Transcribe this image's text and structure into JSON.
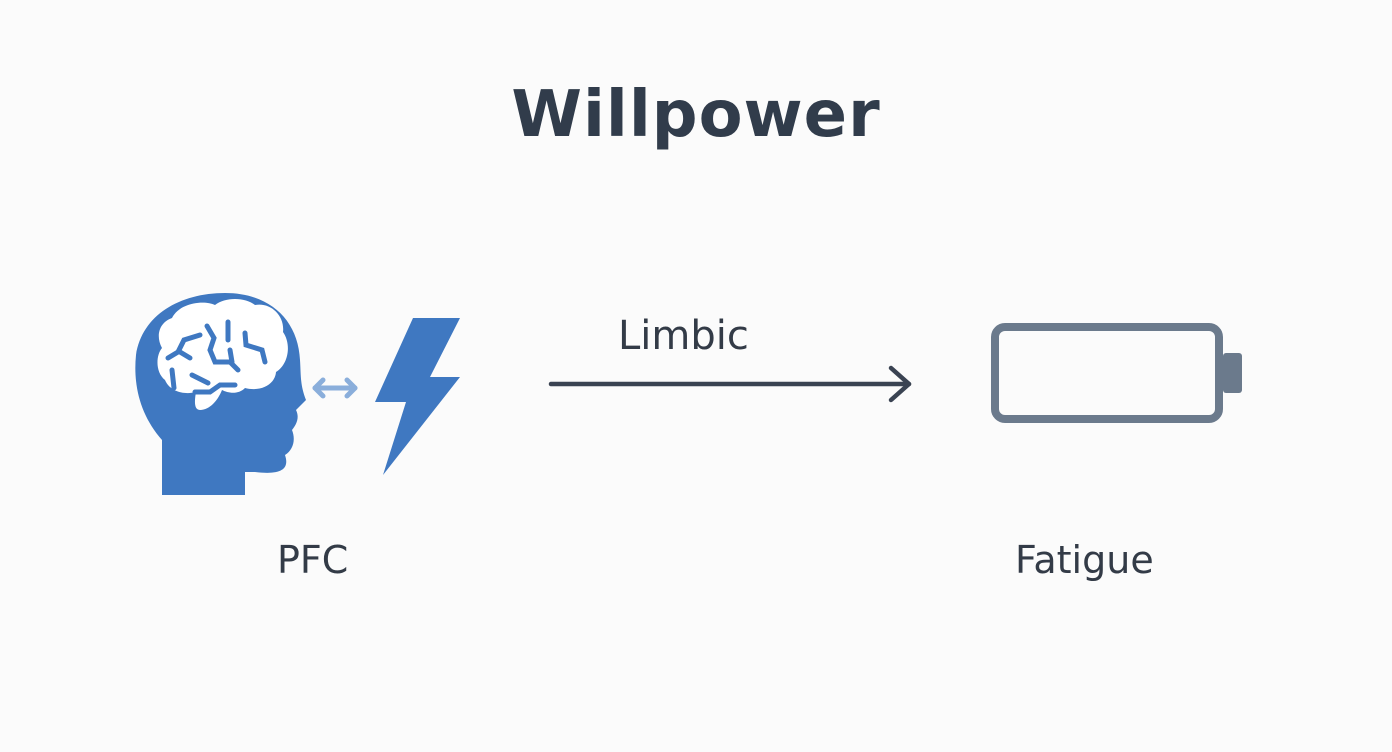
{
  "title": "Willpower",
  "labels": {
    "pfc": "PFC",
    "limbic": "Limbic",
    "fatigue": "Fatigue"
  },
  "icons": {
    "head": "head-brain-icon",
    "bidirectional": "bidirectional-arrow-icon",
    "lightning": "lightning-bolt-icon",
    "arrow": "right-arrow-icon",
    "battery": "empty-battery-icon"
  },
  "colors": {
    "blue": "#3f78c1",
    "light_blue": "#8aaedb",
    "gray": "#6b7a8c",
    "text": "#313c4b",
    "arrow": "#3a4352"
  }
}
